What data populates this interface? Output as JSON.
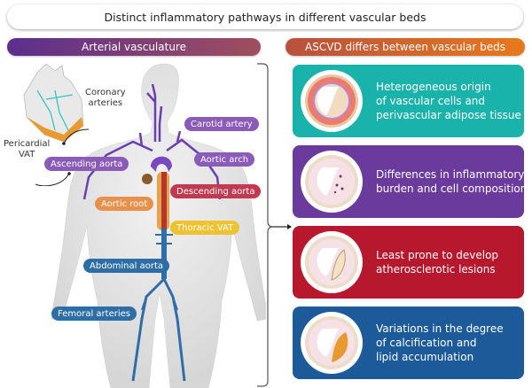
{
  "title": "Distinct inflammatory pathways in different vascular beds",
  "left_header": "Arterial vasculature",
  "right_header": "ASCVD differs between vascular beds",
  "colors": {
    "teal": "#1ab3ab",
    "purple": "#6a3a9c",
    "red": "#b8182d",
    "blue": "#1c5a9a",
    "label_purple": "#8a5bb8",
    "label_red": "#c23a4f",
    "label_orange": "#e8914a",
    "label_yellow": "#efc231",
    "label_blue": "#2e6ea6"
  },
  "heart_labels": {
    "coronary": [
      "Coronary",
      "arteries"
    ],
    "pericardial": [
      "Pericardial",
      "VAT"
    ]
  },
  "body_labels": {
    "carotid": "Carotid artery",
    "ascending": "Ascending aorta",
    "arch": "Aortic arch",
    "descending": "Descending aorta",
    "root": "Aortic root",
    "thoracic_vat": "Thoracic VAT",
    "abdominal": "Abdominal aorta",
    "femoral": "Femoral arteries"
  },
  "panels": [
    {
      "lines": [
        "Heterogeneous origin",
        "of vascular cells and",
        "perivascular adipose tissue"
      ]
    },
    {
      "lines": [
        "Differences in inflammatory",
        "burden and cell composition"
      ]
    },
    {
      "lines": [
        "Least prone to develop",
        "atherosclerotic lesions"
      ]
    },
    {
      "lines": [
        "Variations in the degree",
        "of calcification and",
        "lipid accumulation"
      ]
    }
  ]
}
